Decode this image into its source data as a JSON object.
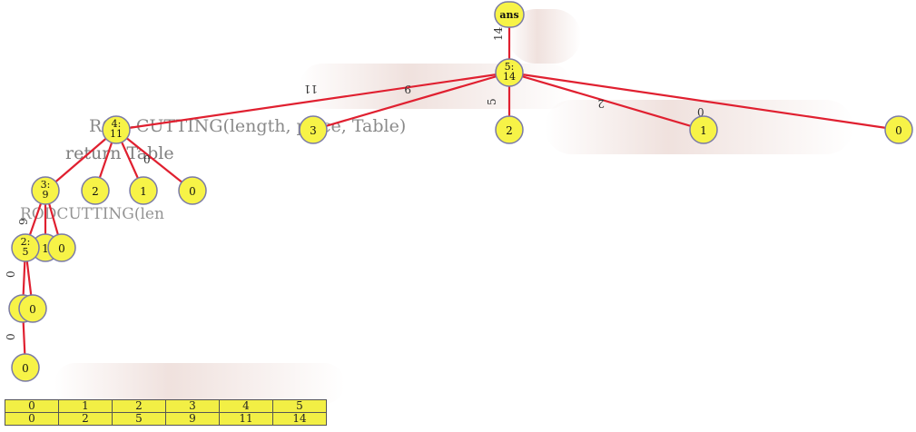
{
  "tree": {
    "root_label": "ans",
    "root_edge_weight": "14",
    "nodes": {
      "n5": {
        "id": "5:",
        "value": "14"
      },
      "n4": {
        "id": "4:",
        "value": "11"
      },
      "n3": {
        "id": "3:",
        "value": "9"
      },
      "n2": {
        "id": "2:",
        "value": "5"
      },
      "c5_3": "3",
      "c5_2": "2",
      "c5_1": "1",
      "c5_0": "0",
      "c4_2": "2",
      "c4_1": "1",
      "c4_0": "0",
      "c3_1": "1",
      "c3_0": "0",
      "c2_1": "0",
      "c2_0": "0",
      "c1_0": "0"
    },
    "edge_labels": {
      "e5_4": "11",
      "e5_3": "9",
      "e5_2": "5",
      "e5_1": "2",
      "e5_0": "0",
      "e4_1": "0",
      "e3_2": "9",
      "e2_1": "0",
      "e1_0": "0"
    }
  },
  "background_text": {
    "line1": "ROD-CUTTING(length, price, Table)",
    "line2": "return Table",
    "line3": "RODCUTTING(len"
  },
  "dp_table": {
    "indices": [
      "0",
      "1",
      "2",
      "3",
      "4",
      "5"
    ],
    "values": [
      "0",
      "2",
      "5",
      "9",
      "11",
      "14"
    ]
  },
  "colors": {
    "node_fill": "#f7f347",
    "node_stroke": "#7a7aa6",
    "edge": "#e02030",
    "table_fill": "#f2ef45"
  }
}
